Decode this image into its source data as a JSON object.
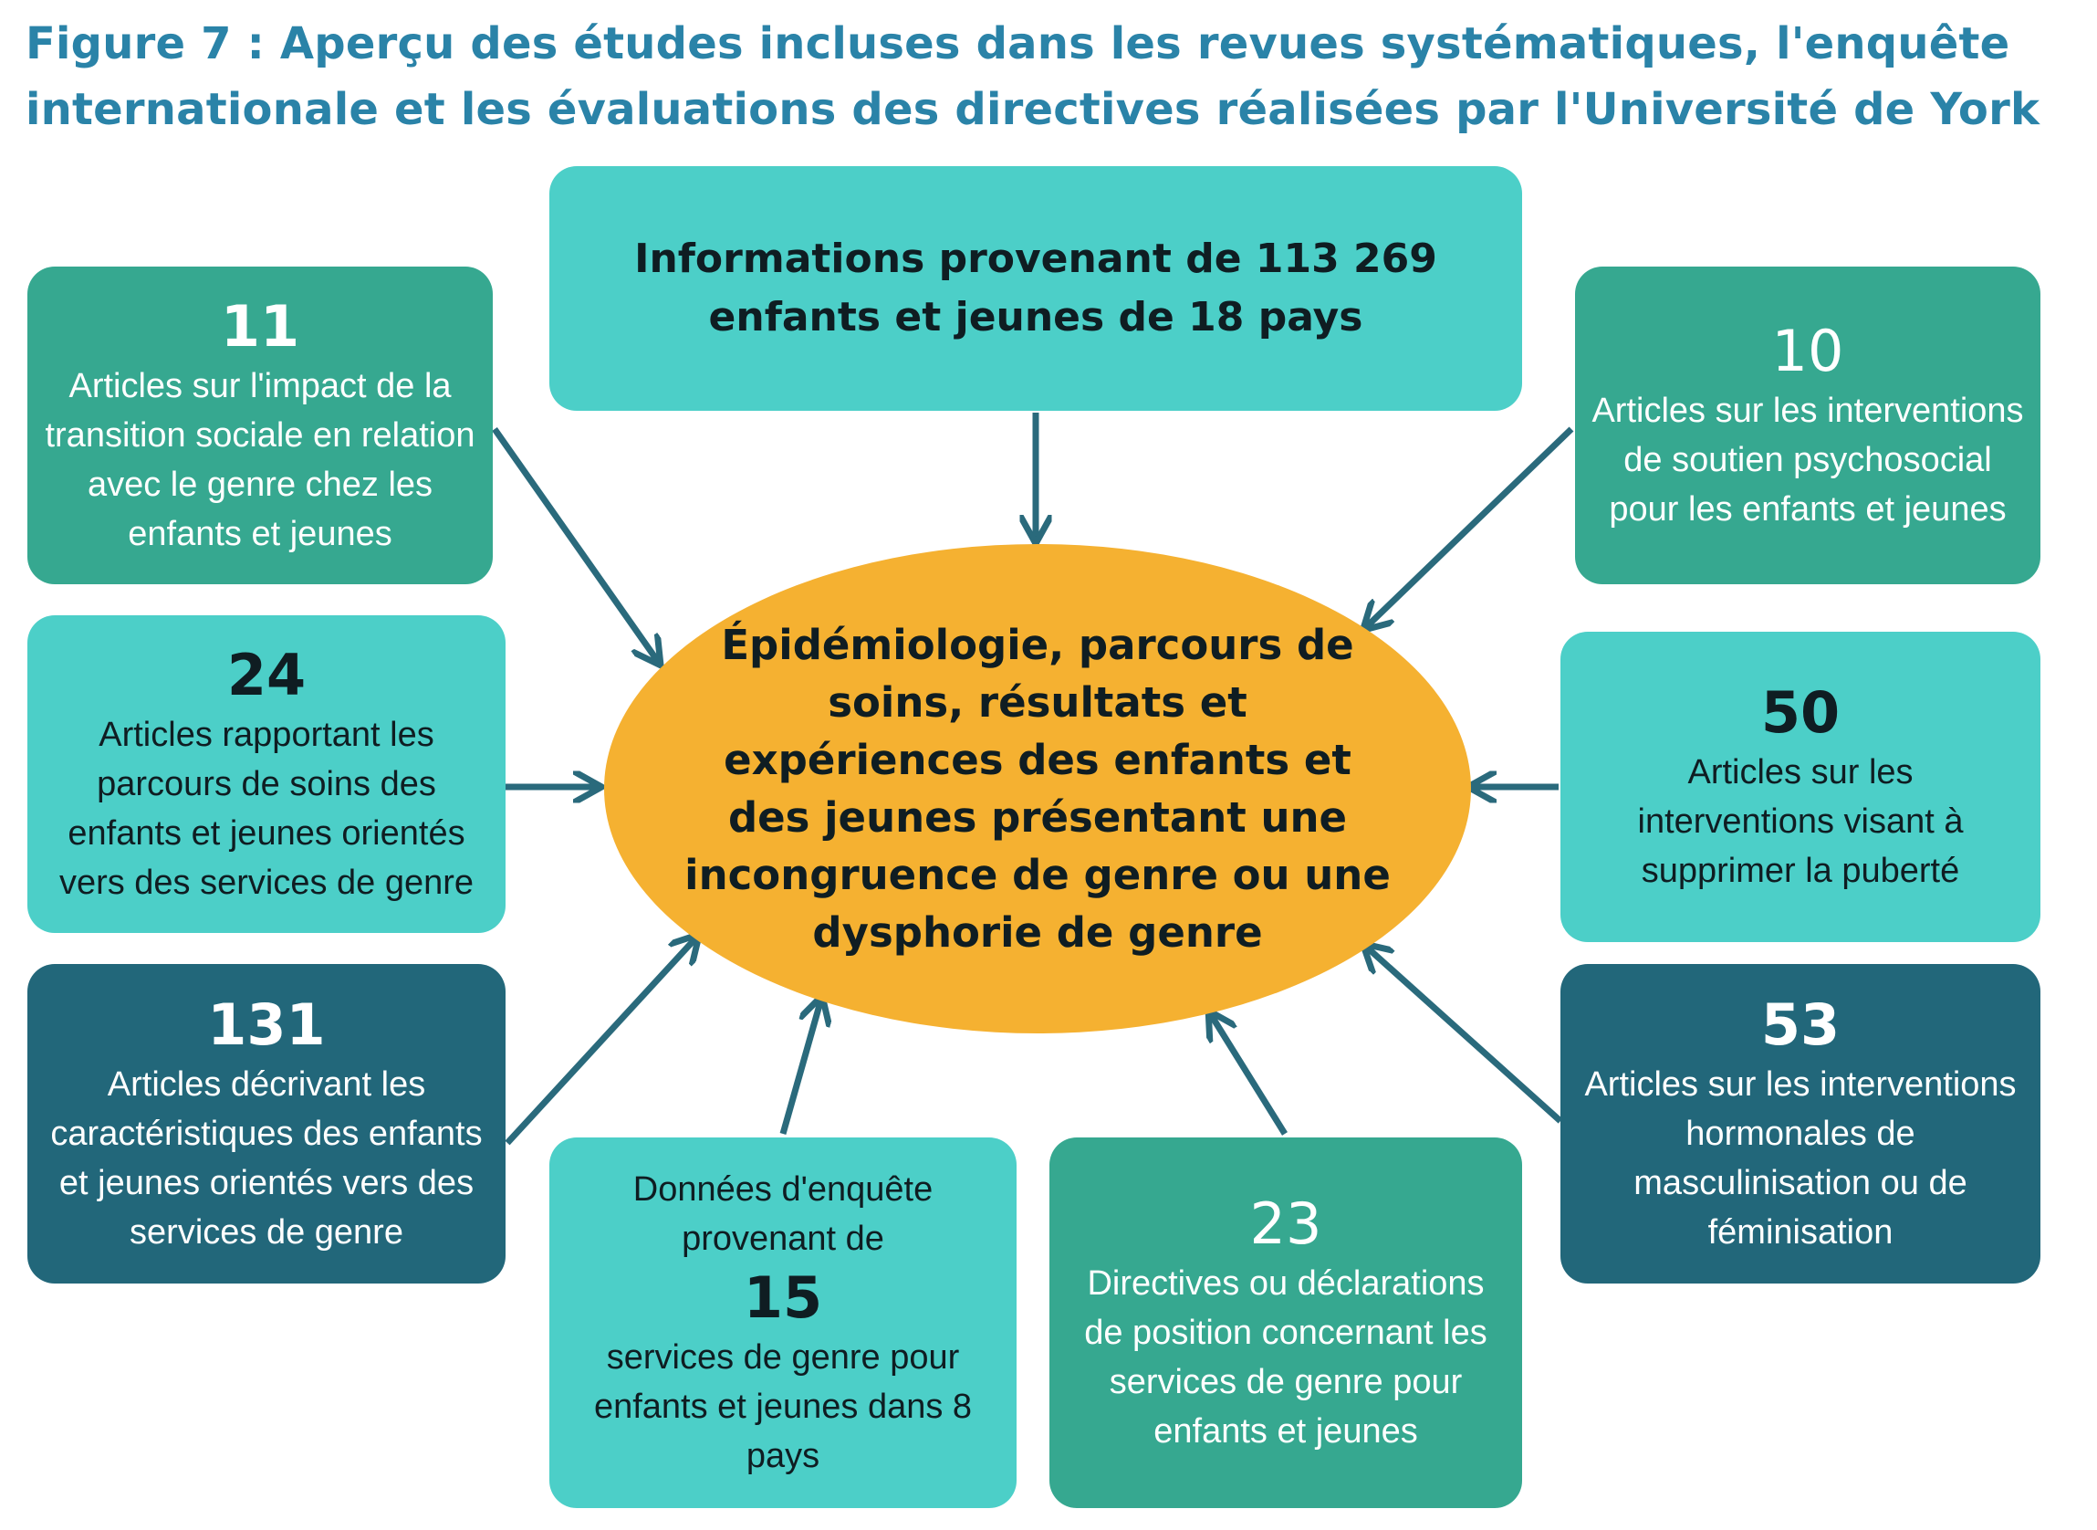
{
  "title": "Figure 7 : Aperçu des études incluses dans les revues systématiques, l'enquête internationale et les évaluations des directives réalisées par l'Université de York",
  "top_box": {
    "text": "Informations provenant de 113 269 enfants et jeunes de 18 pays"
  },
  "center": {
    "text": "Épidémiologie, parcours de soins, résultats et expériences des enfants et des jeunes présentant une incongruence de genre ou une dysphorie de genre"
  },
  "boxes": {
    "social_transition": {
      "number": "11",
      "text": "Articles sur l'impact de la transition sociale en relation avec le genre chez les enfants et jeunes"
    },
    "care_pathways": {
      "number": "24",
      "text": "Articles rapportant les parcours de soins des enfants et jeunes orientés vers des services de genre"
    },
    "characteristics": {
      "number": "131",
      "text": "Articles décrivant les caractéristiques des enfants et jeunes orientés vers des services de genre"
    },
    "survey": {
      "text_before": "Données d'enquête provenant de",
      "number": "15",
      "text_after": "services de genre pour enfants et jeunes dans 8 pays"
    },
    "guidelines": {
      "number": "23",
      "text": "Directives ou déclarations de position concernant les services de genre pour enfants et jeunes"
    },
    "psychosocial": {
      "number": "10",
      "text": "Articles sur les interventions de soutien psychosocial pour les enfants et jeunes"
    },
    "puberty": {
      "number": "50",
      "text": "Articles sur les interventions visant à supprimer la puberté"
    },
    "hormonal": {
      "number": "53",
      "text": "Articles sur les interventions hormonales de masculinisation ou de féminisation"
    }
  },
  "colors": {
    "title": "#2a83a8",
    "teal": "#36a890",
    "cyan": "#4ccfc8",
    "navy": "#22677a",
    "center": "#f5b131",
    "arrow": "#2a6a7c"
  }
}
